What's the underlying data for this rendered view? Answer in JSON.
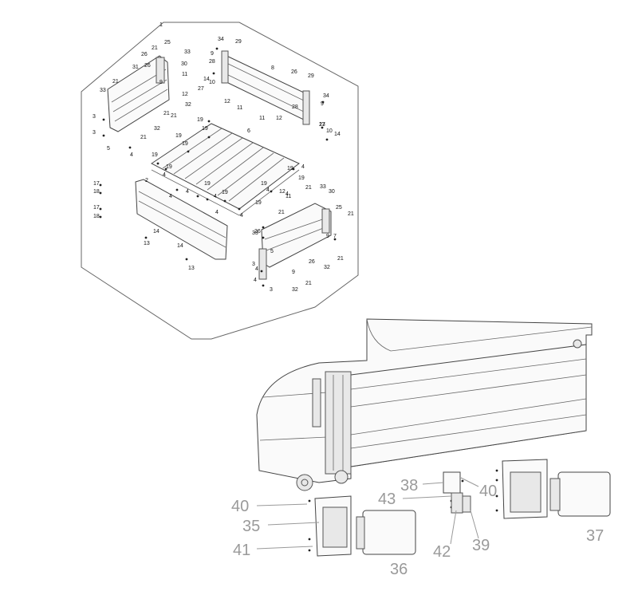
{
  "diagram": {
    "upper_callouts": [
      {
        "id": "c1",
        "text": "1"
      },
      {
        "id": "c2",
        "text": "2"
      },
      {
        "id": "c3a",
        "text": "3"
      },
      {
        "id": "c3b",
        "text": "3"
      },
      {
        "id": "c3c",
        "text": "3"
      },
      {
        "id": "c3d",
        "text": "3"
      },
      {
        "id": "c4a",
        "text": "4"
      },
      {
        "id": "c4b",
        "text": "4"
      },
      {
        "id": "c4c",
        "text": "4"
      },
      {
        "id": "c4d",
        "text": "4"
      },
      {
        "id": "c4e",
        "text": "4"
      },
      {
        "id": "c4f",
        "text": "4"
      },
      {
        "id": "c4g",
        "text": "4"
      },
      {
        "id": "c4h",
        "text": "4"
      },
      {
        "id": "c4i",
        "text": "4"
      },
      {
        "id": "c4j",
        "text": "4"
      },
      {
        "id": "c4k",
        "text": "4"
      },
      {
        "id": "c4l",
        "text": "4"
      },
      {
        "id": "c5a",
        "text": "5"
      },
      {
        "id": "c5b",
        "text": "5"
      },
      {
        "id": "c6",
        "text": "6"
      },
      {
        "id": "c7",
        "text": "7"
      },
      {
        "id": "c8",
        "text": "8"
      },
      {
        "id": "c9a",
        "text": "9"
      },
      {
        "id": "c9b",
        "text": "9"
      },
      {
        "id": "c9c",
        "text": "9"
      },
      {
        "id": "c9d",
        "text": "9"
      },
      {
        "id": "c9e",
        "text": "9"
      },
      {
        "id": "c10a",
        "text": "10"
      },
      {
        "id": "c10b",
        "text": "10"
      },
      {
        "id": "c11a",
        "text": "11"
      },
      {
        "id": "c11b",
        "text": "11"
      },
      {
        "id": "c11c",
        "text": "11"
      },
      {
        "id": "c11d",
        "text": "11"
      },
      {
        "id": "c12a",
        "text": "12"
      },
      {
        "id": "c12b",
        "text": "12"
      },
      {
        "id": "c12c",
        "text": "12"
      },
      {
        "id": "c12d",
        "text": "12"
      },
      {
        "id": "c13a",
        "text": "13"
      },
      {
        "id": "c13b",
        "text": "13"
      },
      {
        "id": "c13c",
        "text": "13"
      },
      {
        "id": "c14a",
        "text": "14"
      },
      {
        "id": "c14b",
        "text": "14"
      },
      {
        "id": "c14c",
        "text": "14"
      },
      {
        "id": "c14d",
        "text": "14"
      },
      {
        "id": "c17a",
        "text": "17"
      },
      {
        "id": "c17b",
        "text": "17"
      },
      {
        "id": "c18a",
        "text": "18"
      },
      {
        "id": "c18b",
        "text": "18"
      },
      {
        "id": "c19a",
        "text": "19"
      },
      {
        "id": "c19b",
        "text": "19"
      },
      {
        "id": "c19c",
        "text": "19"
      },
      {
        "id": "c19d",
        "text": "19"
      },
      {
        "id": "c19e",
        "text": "19"
      },
      {
        "id": "c19f",
        "text": "19"
      },
      {
        "id": "c19g",
        "text": "19"
      },
      {
        "id": "c19h",
        "text": "19"
      },
      {
        "id": "c19i",
        "text": "19"
      },
      {
        "id": "c19j",
        "text": "19"
      },
      {
        "id": "c19k",
        "text": "19"
      },
      {
        "id": "c19l",
        "text": "19"
      },
      {
        "id": "c21a",
        "text": "21"
      },
      {
        "id": "c21b",
        "text": "21"
      },
      {
        "id": "c21c",
        "text": "21"
      },
      {
        "id": "c21d",
        "text": "21"
      },
      {
        "id": "c21e",
        "text": "21"
      },
      {
        "id": "c21f",
        "text": "21"
      },
      {
        "id": "c21g",
        "text": "21"
      },
      {
        "id": "c21h",
        "text": "21"
      },
      {
        "id": "c21i",
        "text": "21"
      },
      {
        "id": "c21j",
        "text": "21"
      },
      {
        "id": "c25a",
        "text": "25"
      },
      {
        "id": "c25b",
        "text": "25"
      },
      {
        "id": "c26a",
        "text": "26"
      },
      {
        "id": "c26b",
        "text": "26"
      },
      {
        "id": "c26c",
        "text": "26"
      },
      {
        "id": "c26d",
        "text": "26"
      },
      {
        "id": "c26e",
        "text": "26"
      },
      {
        "id": "c27a",
        "text": "27"
      },
      {
        "id": "c27b",
        "text": "27"
      },
      {
        "id": "c28a",
        "text": "28"
      },
      {
        "id": "c28b",
        "text": "28"
      },
      {
        "id": "c29a",
        "text": "29"
      },
      {
        "id": "c29b",
        "text": "29"
      },
      {
        "id": "c30a",
        "text": "30"
      },
      {
        "id": "c30b",
        "text": "30"
      },
      {
        "id": "c31",
        "text": "31"
      },
      {
        "id": "c32a",
        "text": "32"
      },
      {
        "id": "c32b",
        "text": "32"
      },
      {
        "id": "c32c",
        "text": "32"
      },
      {
        "id": "c32d",
        "text": "32"
      },
      {
        "id": "c33a",
        "text": "33"
      },
      {
        "id": "c33b",
        "text": "33"
      },
      {
        "id": "c33c",
        "text": "33"
      },
      {
        "id": "c33d",
        "text": "33"
      },
      {
        "id": "c34a",
        "text": "34"
      },
      {
        "id": "c34b",
        "text": "34"
      }
    ],
    "lower_callouts": [
      {
        "id": "L35",
        "text": "35"
      },
      {
        "id": "L36",
        "text": "36"
      },
      {
        "id": "L37",
        "text": "37"
      },
      {
        "id": "L38",
        "text": "38"
      },
      {
        "id": "L39",
        "text": "39"
      },
      {
        "id": "L40a",
        "text": "40"
      },
      {
        "id": "L40b",
        "text": "40"
      },
      {
        "id": "L41",
        "text": "41"
      },
      {
        "id": "L42",
        "text": "42"
      },
      {
        "id": "L43",
        "text": "43"
      }
    ]
  }
}
